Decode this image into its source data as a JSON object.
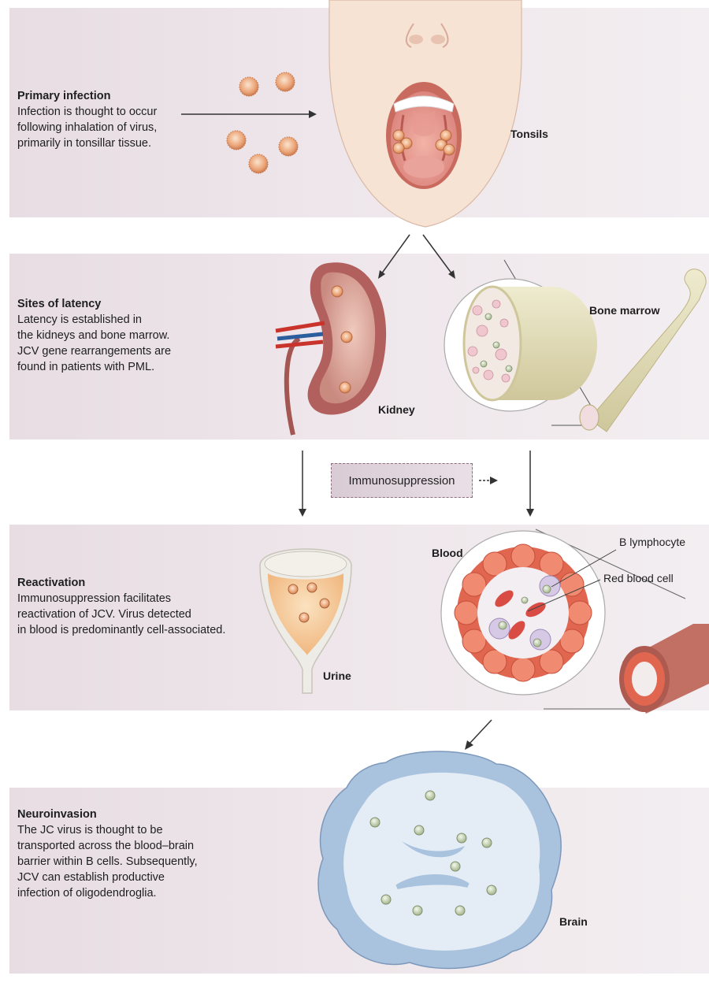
{
  "stages": {
    "primary": {
      "heading": "Primary infection",
      "text": "Infection is thought to occur\nfollowing inhalation of virus,\nprimarily in tonsillar tissue."
    },
    "latency": {
      "heading": "Sites of latency",
      "text": "Latency is established in\nthe kidneys and bone marrow.\nJCV gene rearrangements are\nfound in patients with PML."
    },
    "reactivation": {
      "heading": "Reactivation",
      "text": "Immunosuppression facilitates\nreactivation of JCV. Virus detected\nin blood is predominantly cell-associated."
    },
    "neuroinvasion": {
      "heading": "Neuroinvasion",
      "text": "The JC virus is thought to be\ntransported across the blood–brain\nbarrier within B cells. Subsequently,\nJCV can establish productive\ninfection of oligodendroglia."
    }
  },
  "labels": {
    "tonsils": "Tonsils",
    "kidney": "Kidney",
    "bone_marrow": "Bone marrow",
    "immunosuppression": "Immunosuppression",
    "blood": "Blood",
    "b_lymphocyte": "B lymphocyte",
    "red_blood_cell": "Red blood cell",
    "urine": "Urine",
    "brain": "Brain"
  },
  "colors": {
    "band": "#e9e0e5",
    "skin": "#f6e3d4",
    "virus": "#e9a57a",
    "kidney": "#b2605e",
    "marrow_tube": "#e6dfb9",
    "blood_wall": "#e0664f",
    "brain": "#a9c2dd"
  }
}
